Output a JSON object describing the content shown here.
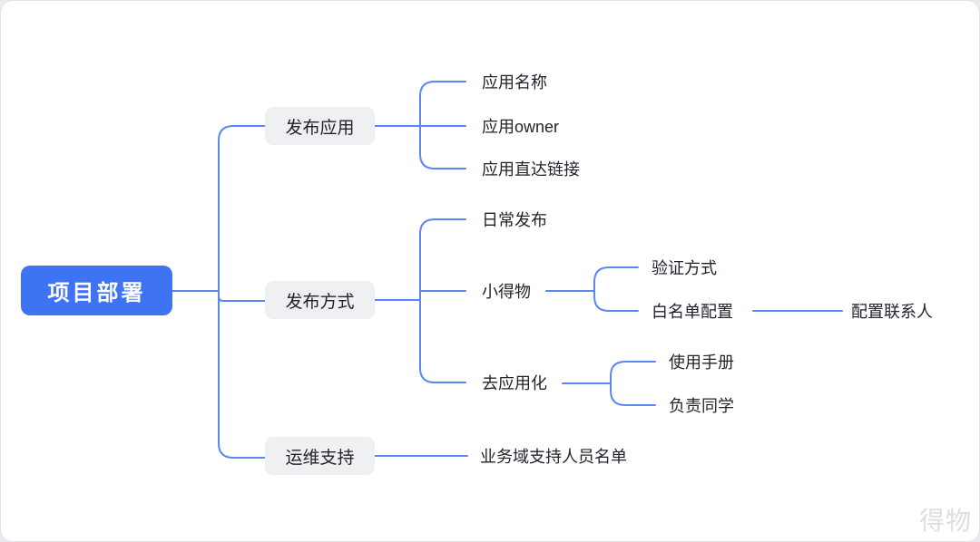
{
  "colors": {
    "root_fill": "#3e73f2",
    "branch_fill": "#eef0f1",
    "line": "#5b87f5",
    "text": "#21252b"
  },
  "mindmap": {
    "root": {
      "label": "项目部署"
    },
    "branches": [
      {
        "label": "发布应用",
        "children": [
          {
            "label": "应用名称"
          },
          {
            "label": "应用owner"
          },
          {
            "label": "应用直达链接"
          }
        ]
      },
      {
        "label": "发布方式",
        "children": [
          {
            "label": "日常发布"
          },
          {
            "label": "小得物",
            "children": [
              {
                "label": "验证方式"
              },
              {
                "label": "白名单配置",
                "children": [
                  {
                    "label": "配置联系人"
                  }
                ]
              }
            ]
          },
          {
            "label": "去应用化",
            "children": [
              {
                "label": "使用手册"
              },
              {
                "label": "负责同学"
              }
            ]
          }
        ]
      },
      {
        "label": "运维支持",
        "children": [
          {
            "label": "业务域支持人员名单"
          }
        ]
      }
    ]
  },
  "watermark": {
    "text": "得物"
  }
}
